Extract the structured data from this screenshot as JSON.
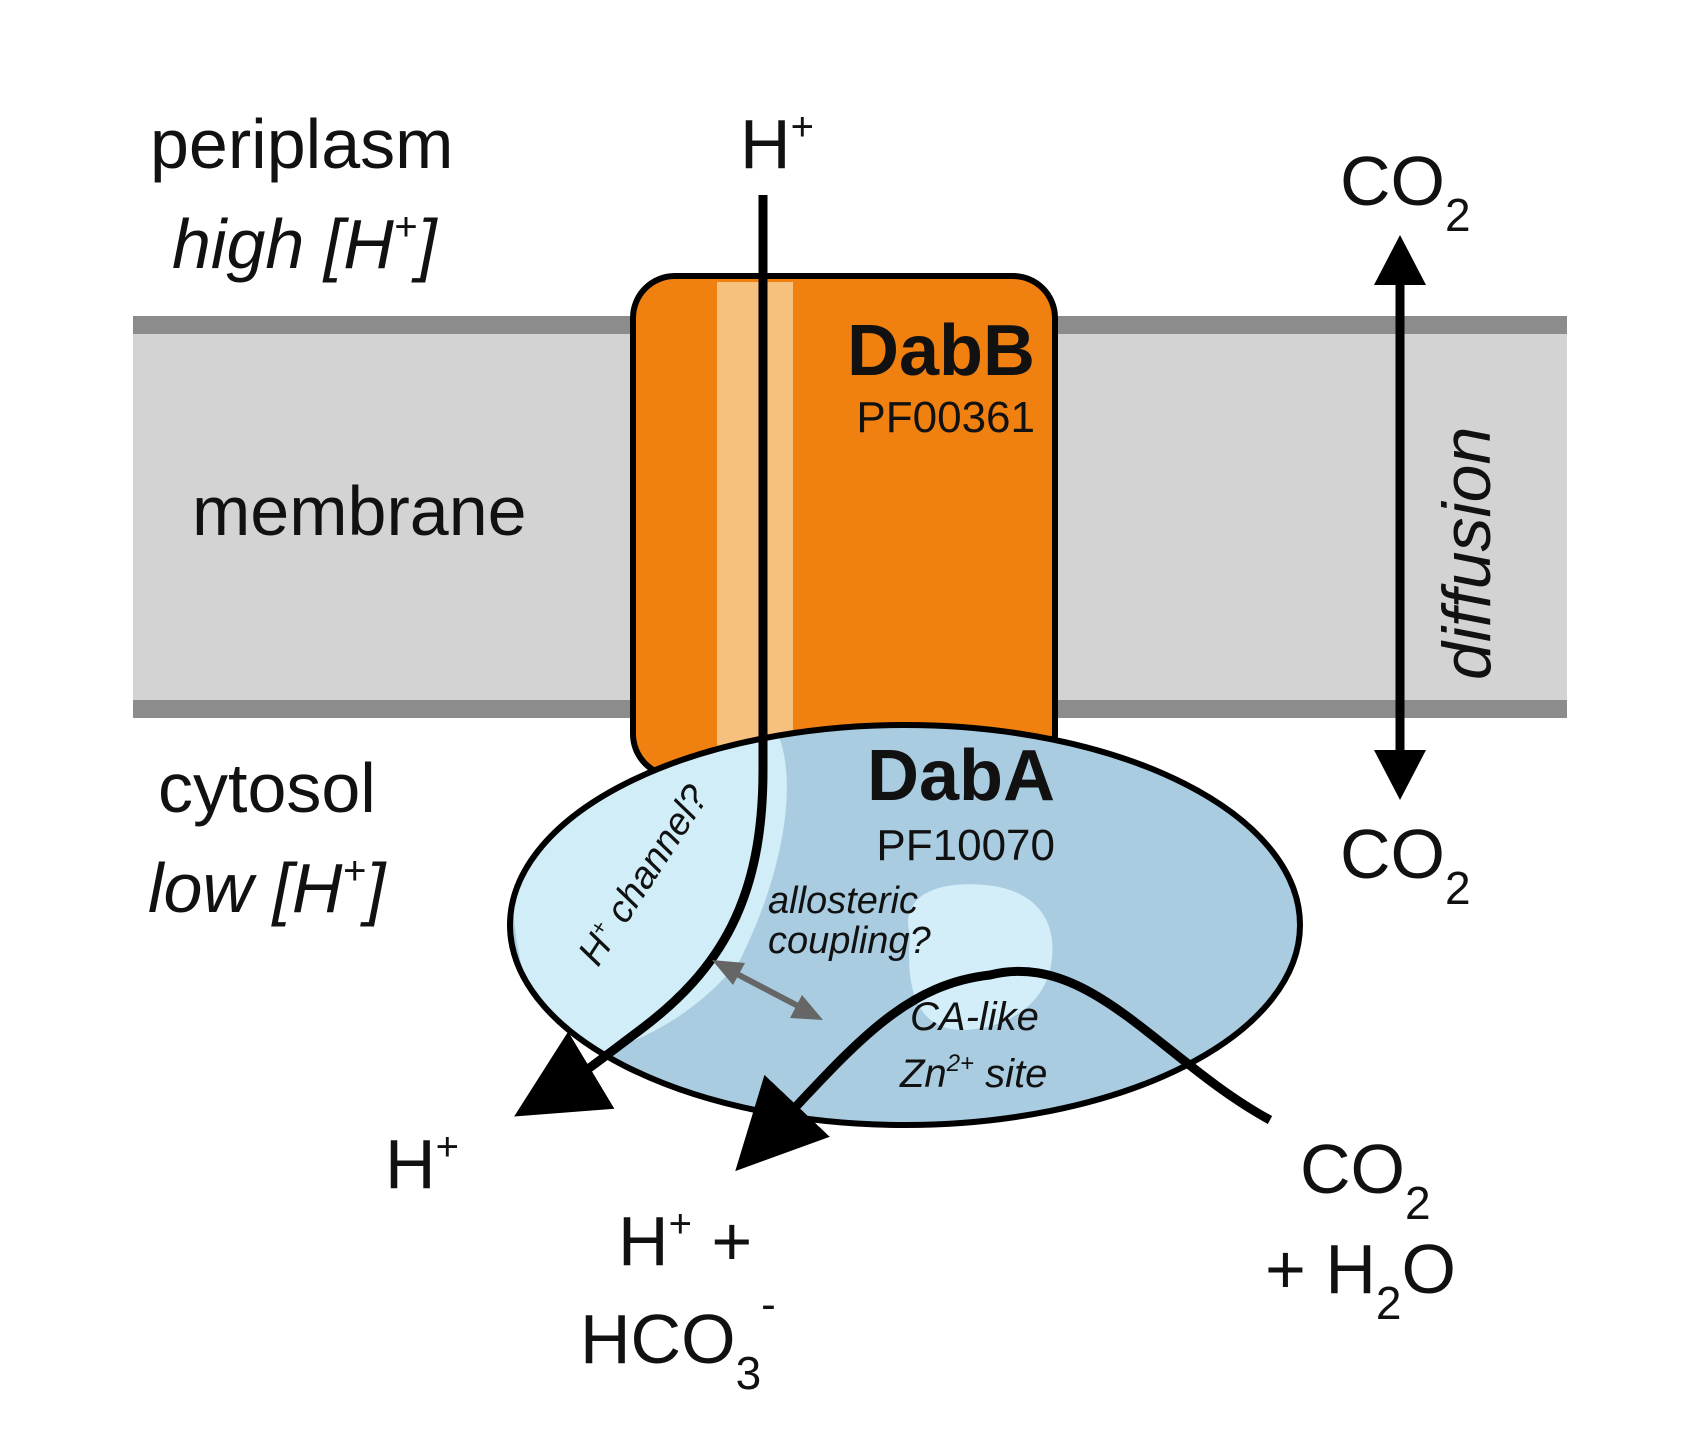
{
  "regions": {
    "periplasm": "periplasm",
    "periplasm_note": "high [H",
    "membrane": "membrane",
    "cytosol": "cytosol",
    "cytosol_note": "low [H"
  },
  "dabB": {
    "name": "DabB",
    "pfam": "PF00361",
    "color": "#f08010",
    "channel_color": "#f6c07e"
  },
  "dabA": {
    "name": "DabA",
    "pfam": "PF10070",
    "color": "#a9cce0",
    "channel_color": "#d3eef9"
  },
  "annotations": {
    "h_channel": "H",
    "h_channel_rest": " channel?",
    "allosteric_1": "allosteric",
    "allosteric_2": "coupling?",
    "ca_like": "CA-like",
    "zn_site_prefix": "Zn",
    "zn_site_sup": "2+",
    "zn_site_rest": " site",
    "diffusion": "diffusion"
  },
  "species": {
    "h": "H",
    "plus_sup": "+",
    "co2_main": "CO",
    "sub2": "2",
    "plus_h2o_prefix": "+ H",
    "o": "O",
    "h_plus_plus": " +",
    "hco": "HCO",
    "sub3": "3",
    "minus_sup": "-"
  },
  "colors": {
    "membrane_fill": "#d3d3d3",
    "membrane_edge": "#8c8c8c",
    "arrow": "#000000",
    "coupling_arrow": "#666666"
  }
}
